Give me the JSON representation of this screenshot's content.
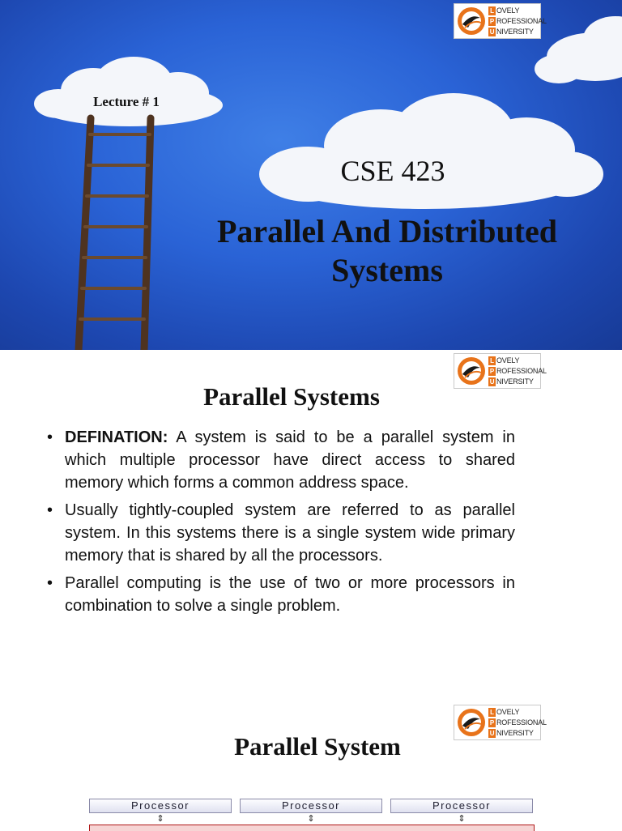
{
  "slide1": {
    "lecture": "Lecture # 1",
    "course_code": "CSE 423",
    "course_title": "Parallel And Distributed Systems"
  },
  "logo": {
    "lines": [
      {
        "initial": "L",
        "rest": "OVELY"
      },
      {
        "initial": "P",
        "rest": "ROFESSIONAL"
      },
      {
        "initial": "U",
        "rest": "NIVERSITY"
      }
    ],
    "accent": "#e8731a"
  },
  "slide2": {
    "title": "Parallel Systems",
    "bullets": [
      {
        "lead": "DEFINATION:",
        "text": " A system is said to be a parallel system in which multiple processor have direct access to shared memory which forms a common address space."
      },
      {
        "lead": "",
        "text": "Usually tightly-coupled system are referred to as parallel system. In this systems there is a single system wide primary memory that is shared by all the processors."
      },
      {
        "lead": "",
        "text": "Parallel computing is the use of two or more processors in combination to solve a single problem."
      }
    ]
  },
  "slide3": {
    "title": "Parallel System",
    "diagram": {
      "processors": [
        "Processor",
        "Processor",
        "Processor"
      ],
      "arrow": "⇕"
    }
  },
  "colors": {
    "sky": "#2a63d6",
    "cloud": "#f4f6fa",
    "ladder": "#5a3a22",
    "memory_border": "#b01818"
  }
}
